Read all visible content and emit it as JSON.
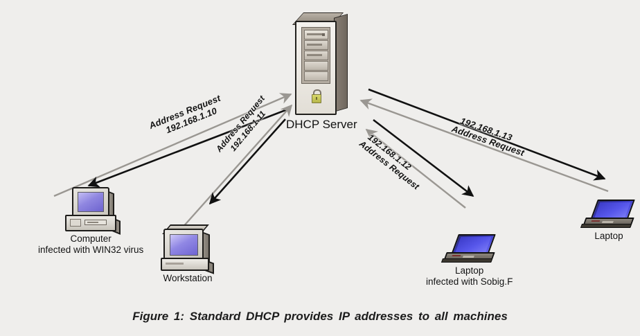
{
  "figure": {
    "caption": "Figure 1: Standard DHCP provides  IP addresses  to all machines",
    "background_color": "#efeeec",
    "request_arrow_color": "#9a9792",
    "response_arrow_color": "#111111"
  },
  "server": {
    "label": "DHCP Server",
    "icon": "tower-server-icon"
  },
  "nodes": [
    {
      "id": "computer-win32",
      "icon": "desktop-computer-icon",
      "label_line1": "Computer",
      "label_line2": "infected with WIN32 virus"
    },
    {
      "id": "workstation",
      "icon": "workstation-icon",
      "label_line1": "Workstation",
      "label_line2": ""
    },
    {
      "id": "laptop-sobig",
      "icon": "laptop-icon",
      "label_line1": "Laptop",
      "label_line2": "infected with Sobig.F"
    },
    {
      "id": "laptop-clean",
      "icon": "laptop-icon",
      "label_line1": "Laptop",
      "label_line2": ""
    }
  ],
  "edges": [
    {
      "id": "edge-computer-win32",
      "request_text": "Address Request",
      "ip_text": "192.168.1.10",
      "order": "request-first"
    },
    {
      "id": "edge-workstation",
      "request_text": "Address Request",
      "ip_text": "192.168.1.11",
      "order": "request-first"
    },
    {
      "id": "edge-laptop-sobig",
      "request_text": "Address Request",
      "ip_text": "192.168.1.12",
      "order": "ip-first"
    },
    {
      "id": "edge-laptop-clean",
      "request_text": "Address Request",
      "ip_text": "192.168.1.13",
      "order": "ip-first"
    }
  ]
}
